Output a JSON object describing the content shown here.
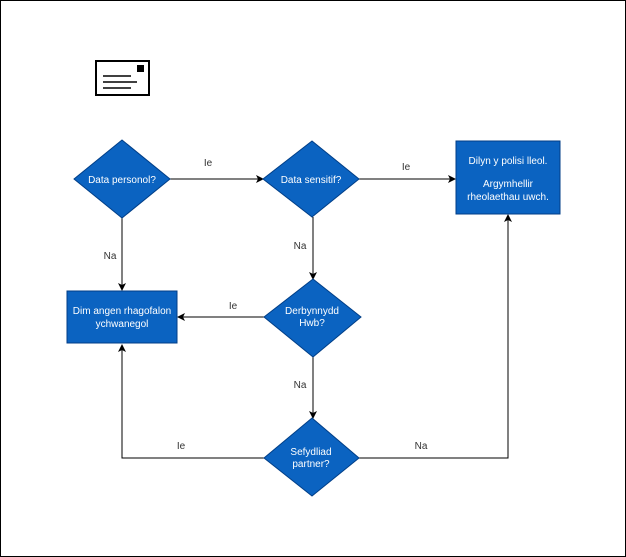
{
  "colors": {
    "shape_fill": "#0b63c1",
    "shape_stroke": "#003e87",
    "shape_text": "#ffffff",
    "edge": "#000000",
    "edge_label": "#333333"
  },
  "icon": "envelope-icon",
  "nodes": {
    "personal_data": "Data personol?",
    "sensitive_data": "Data sensitif?",
    "hwb_recipient_1": "Derbynnydd",
    "hwb_recipient_2": "Hwb?",
    "partner_org_1": "Sefydliad",
    "partner_org_2": "partner?",
    "no_further_1": "Dim angen rhagofalon",
    "no_further_2": "ychwanegol",
    "follow_policy_1": "Dilyn y polisi lleol.",
    "follow_policy_2": "Argymhellir",
    "follow_policy_3": "rheolaethau uwch."
  },
  "edge_labels": {
    "personal_to_sensitive": "Ie",
    "sensitive_to_policy": "Ie",
    "personal_to_none": "Na",
    "sensitive_to_hwb": "Na",
    "hwb_to_none": "Ie",
    "hwb_to_partner": "Na",
    "partner_to_none": "Ie",
    "partner_to_policy": "Na"
  }
}
